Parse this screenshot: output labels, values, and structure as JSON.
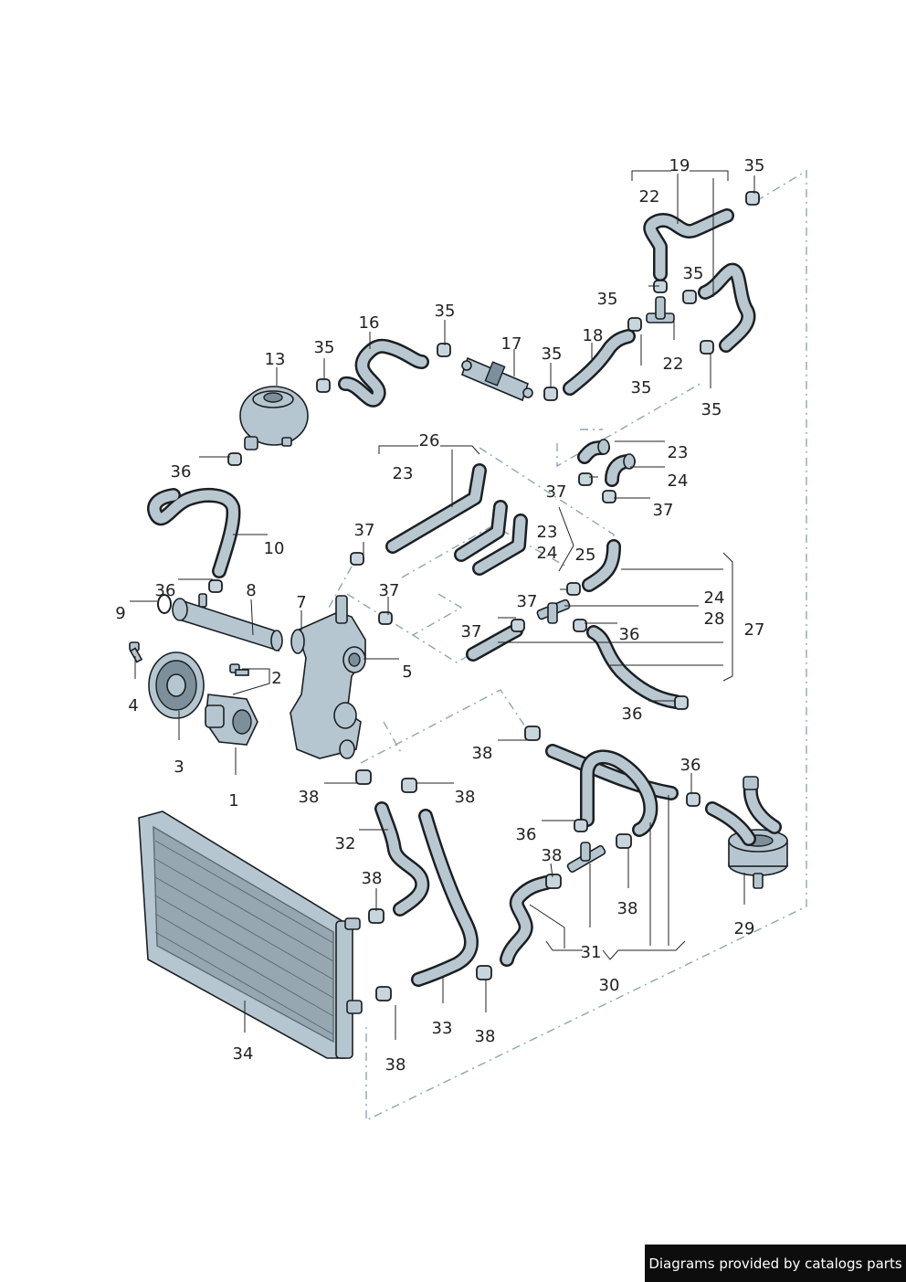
{
  "callouts": [
    "1",
    "2",
    "3",
    "4",
    "5",
    "7",
    "8",
    "9",
    "10",
    "13",
    "16",
    "17",
    "18",
    "19",
    "22",
    "23",
    "24",
    "25",
    "26",
    "27",
    "28",
    "29",
    "30",
    "31",
    "32",
    "33",
    "34",
    "35",
    "36",
    "37",
    "38"
  ],
  "footer": {
    "text": "Diagrams provided by catalogs parts"
  }
}
